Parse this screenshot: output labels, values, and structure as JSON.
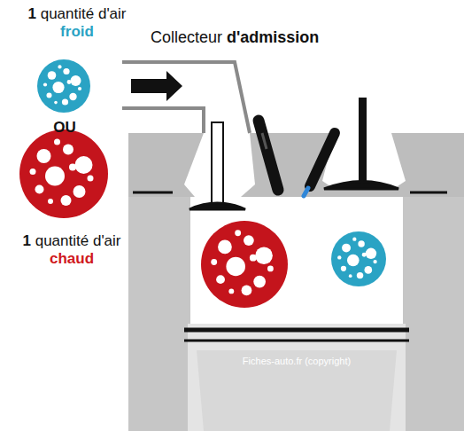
{
  "diagram": {
    "labels": [
      "1 quantité d'air froid",
      "OU",
      "1 quantité d'air chaud",
      "Collecteur d'admission",
      "Fiches-auto.fr (copyright)"
    ]
  }
}
